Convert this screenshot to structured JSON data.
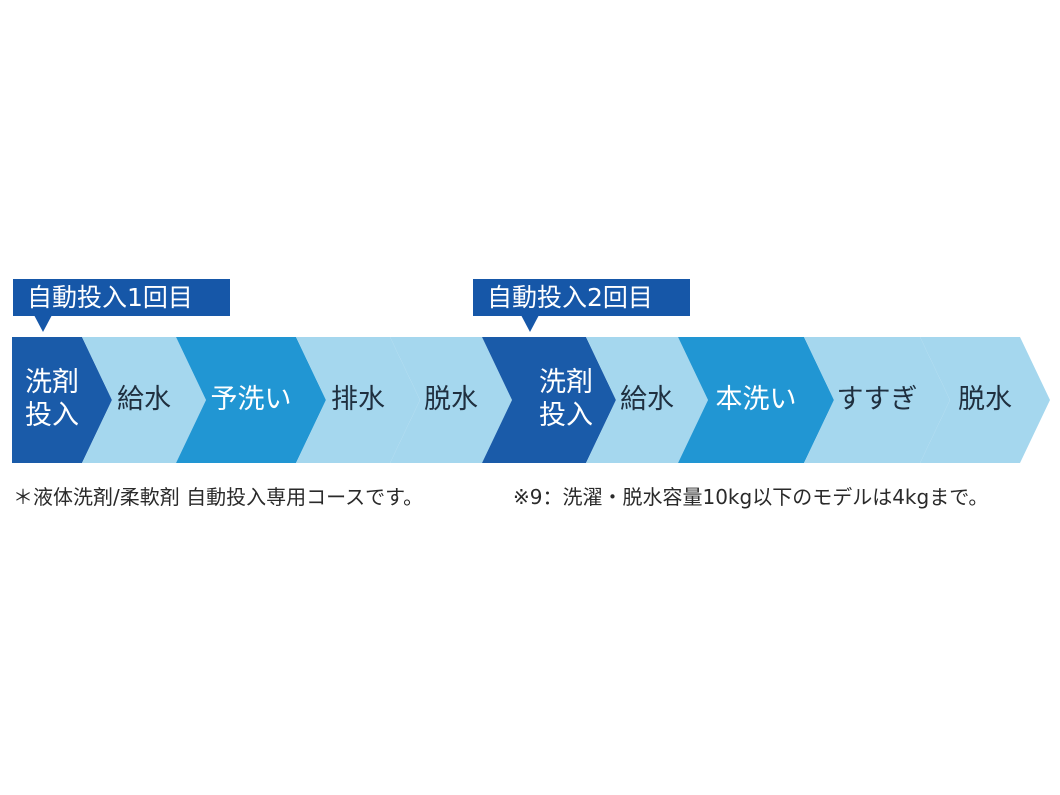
{
  "callouts": [
    {
      "label": "自動投入1回目"
    },
    {
      "label": "自動投入2回目"
    }
  ],
  "steps": [
    {
      "label": "洗剤\n投入",
      "tone": "dark"
    },
    {
      "label": "給水",
      "tone": "light"
    },
    {
      "label": "予洗い",
      "tone": "mid-blue"
    },
    {
      "label": "排水",
      "tone": "light"
    },
    {
      "label": "脱水",
      "tone": "light"
    },
    {
      "label": "洗剤\n投入",
      "tone": "dark"
    },
    {
      "label": "給水",
      "tone": "light"
    },
    {
      "label": "本洗い",
      "tone": "mid-blue"
    },
    {
      "label": "すすぎ",
      "tone": "light"
    },
    {
      "label": "脱水",
      "tone": "light"
    }
  ],
  "notes": {
    "left": "＊液体洗剤/柔軟剤 自動投入専用コースです。",
    "right": "※9：洗濯・脱水容量10kg以下のモデルは4kgまで。"
  },
  "colors": {
    "dark": "#1a5ba9",
    "mid_blue": "#2196d3",
    "light": "#a5d7ee",
    "callout": "#1657a8"
  }
}
